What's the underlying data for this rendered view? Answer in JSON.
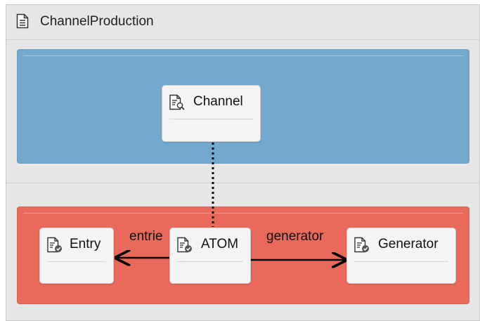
{
  "header": {
    "title": "ChannelProduction",
    "icon": "document-icon"
  },
  "lanes": {
    "top_color": "#74a9cf",
    "bottom_color": "#e9695a"
  },
  "nodes": {
    "channel": {
      "label": "Channel",
      "icon": "document-search-icon"
    },
    "entry": {
      "label": "Entry",
      "icon": "document-check-icon"
    },
    "atom": {
      "label": "ATOM",
      "icon": "document-check-icon"
    },
    "generator": {
      "label": "Generator",
      "icon": "document-check-icon"
    }
  },
  "edges": [
    {
      "from": "atom",
      "to": "entry",
      "label": "entrie",
      "style": "solid-arrow"
    },
    {
      "from": "atom",
      "to": "generator",
      "label": "generator",
      "style": "solid-arrow"
    },
    {
      "from": "atom",
      "to": "channel",
      "label": "",
      "style": "dotted"
    }
  ]
}
